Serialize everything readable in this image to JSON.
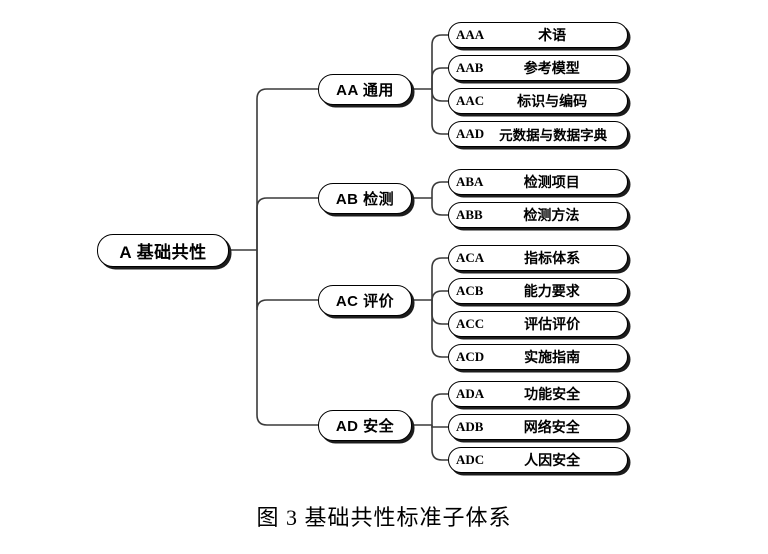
{
  "figure": {
    "caption": "图 3  基础共性标准子体系"
  },
  "tree": {
    "root": {
      "code": "A",
      "label": "A  基础共性"
    },
    "branches": [
      {
        "code": "AA",
        "label": "AA  通用",
        "children": [
          {
            "code": "AAA",
            "name": "术语"
          },
          {
            "code": "AAB",
            "name": "参考模型"
          },
          {
            "code": "AAC",
            "name": "标识与编码"
          },
          {
            "code": "AAD",
            "name": "元数据与数据字典"
          }
        ]
      },
      {
        "code": "AB",
        "label": "AB  检测",
        "children": [
          {
            "code": "ABA",
            "name": "检测项目"
          },
          {
            "code": "ABB",
            "name": "检测方法"
          }
        ]
      },
      {
        "code": "AC",
        "label": "AC  评价",
        "children": [
          {
            "code": "ACA",
            "name": "指标体系"
          },
          {
            "code": "ACB",
            "name": "能力要求"
          },
          {
            "code": "ACC",
            "name": "评估评价"
          },
          {
            "code": "ACD",
            "name": "实施指南"
          }
        ]
      },
      {
        "code": "AD",
        "label": "AD  安全",
        "children": [
          {
            "code": "ADA",
            "name": "功能安全"
          },
          {
            "code": "ADB",
            "name": "网络安全"
          },
          {
            "code": "ADC",
            "name": "人因安全"
          }
        ]
      }
    ]
  },
  "style": {
    "line_color": "#3a3a3a",
    "box_border": "#000000",
    "shadow": "#1c1c1c",
    "background": "#ffffff"
  }
}
